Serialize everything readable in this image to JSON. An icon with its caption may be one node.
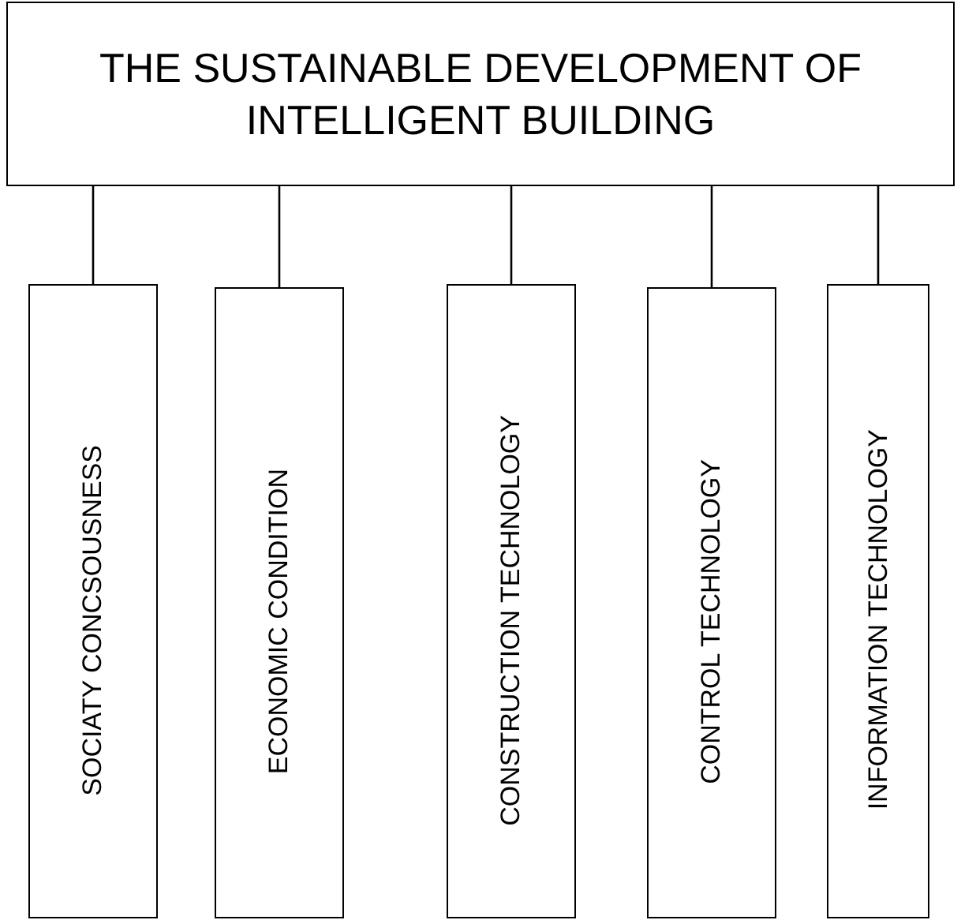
{
  "diagram": {
    "nodes": [
      {
        "text": [
          "THE SUSTAINABLE DEVELOPMENT OF INTELLIGENT BUILDING"
        ]
      },
      {
        "text": [
          "SOCIATY CONCSOUSNESS"
        ]
      },
      {
        "text": [
          "ECONOMIC CONDITION"
        ]
      },
      {
        "text": [
          "CONSTRUCTION TECHNOLOGY"
        ]
      },
      {
        "text": [
          "CONTROL TECHNOLOGY"
        ]
      },
      {
        "text": [
          "INFORMATION TECHNOLOGY"
        ]
      }
    ],
    "edges": [
      {
        "from": 0,
        "to": 1,
        "arrow": "none"
      },
      {
        "from": 0,
        "to": 2,
        "arrow": "none"
      },
      {
        "from": 0,
        "to": 3,
        "arrow": "none"
      },
      {
        "from": 0,
        "to": 4,
        "arrow": "none"
      },
      {
        "from": 0,
        "to": 5,
        "arrow": "none"
      }
    ]
  }
}
